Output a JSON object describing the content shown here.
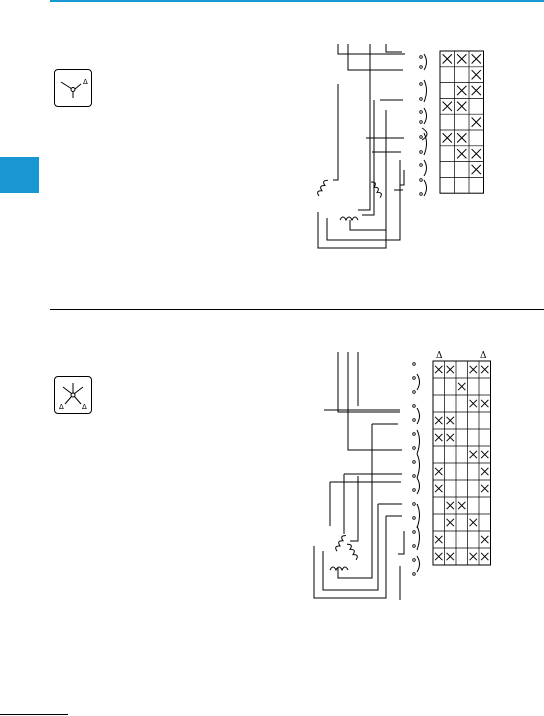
{
  "theme": {
    "accent": "#1897d3",
    "line": "#000000"
  },
  "section1": {
    "symbol_icon": "star-switch-icon",
    "delta_label": "Δ",
    "grid": {
      "rows": 9,
      "cols": 3,
      "marks": [
        [
          1,
          1,
          1
        ],
        [
          0,
          0,
          1
        ],
        [
          0,
          1,
          1
        ],
        [
          1,
          1,
          0
        ],
        [
          0,
          0,
          1
        ],
        [
          1,
          1,
          0
        ],
        [
          0,
          1,
          1
        ],
        [
          0,
          0,
          1
        ],
        [
          0,
          0,
          0
        ]
      ]
    }
  },
  "section2": {
    "symbol_icon": "star-delta-switch-icon",
    "header_labels": [
      "Δ",
      "Δ"
    ],
    "grid": {
      "rows": 12,
      "cols": 5,
      "marks": [
        [
          1,
          1,
          0,
          1,
          1
        ],
        [
          0,
          0,
          1,
          0,
          0
        ],
        [
          0,
          0,
          0,
          1,
          1
        ],
        [
          1,
          1,
          0,
          0,
          0
        ],
        [
          1,
          1,
          0,
          0,
          0
        ],
        [
          0,
          0,
          0,
          1,
          1
        ],
        [
          1,
          0,
          0,
          0,
          1
        ],
        [
          1,
          0,
          0,
          0,
          1
        ],
        [
          0,
          1,
          1,
          0,
          0
        ],
        [
          0,
          1,
          0,
          1,
          0
        ],
        [
          1,
          0,
          0,
          0,
          1
        ],
        [
          1,
          1,
          0,
          1,
          1
        ]
      ]
    }
  }
}
